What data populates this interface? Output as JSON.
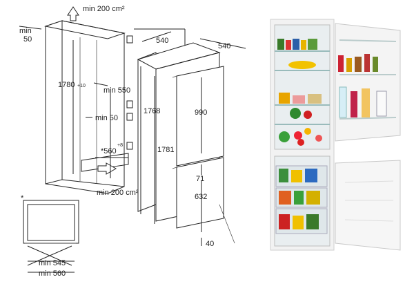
{
  "diagram": {
    "labels": {
      "vent_top": "min 200 cm²",
      "side_min": "min",
      "side_val": "50",
      "width_top": "540",
      "width_right": "540",
      "height_left": "1780",
      "height_left_tol": "+10",
      "min_550": "min 550",
      "height_1768": "1768",
      "min_50": "min 50",
      "niche_width": "*560",
      "niche_tol": "+8",
      "vent_bottom": "min 200 cm²",
      "dim_990": "990",
      "dim_1781": "1781",
      "dim_71": "71",
      "dim_632": "632",
      "dim_40": "40",
      "inset_mark": "*",
      "min_545": "min 545",
      "min_560": "min 560"
    }
  }
}
